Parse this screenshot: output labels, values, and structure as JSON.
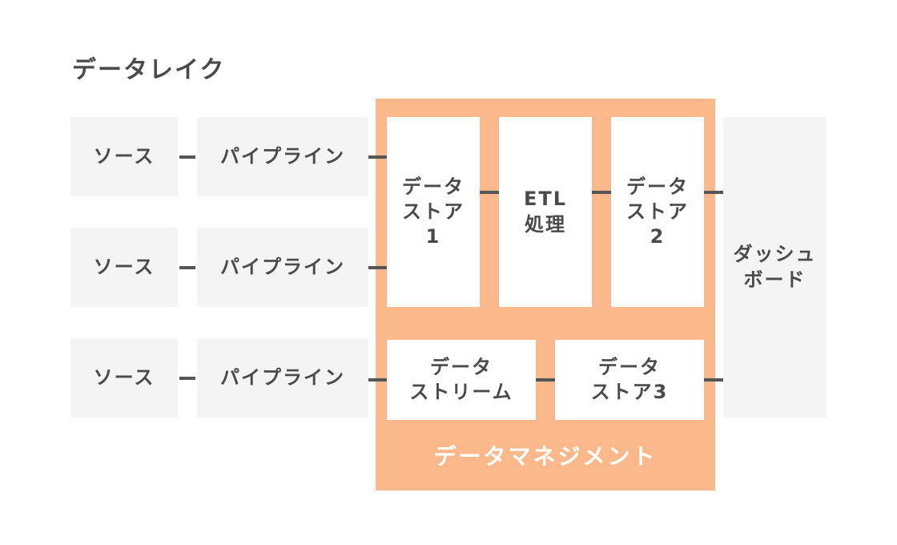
{
  "title": "データレイク",
  "sources": [
    {
      "label": "ソース"
    },
    {
      "label": "ソース"
    },
    {
      "label": "ソース"
    }
  ],
  "pipelines": [
    {
      "label": "パイプライン"
    },
    {
      "label": "パイプライン"
    },
    {
      "label": "パイプライン"
    }
  ],
  "management": {
    "label": "データマネジメント",
    "color": "#fbb98b",
    "nodes": {
      "store1": "データ\nストア\n1",
      "etl": "ETL\n処理",
      "store2": "データ\nストア\n2",
      "stream": "データ\nストリーム",
      "store3": "データ\nストア3"
    }
  },
  "dashboard": {
    "label": "ダッシュ\nボード"
  }
}
